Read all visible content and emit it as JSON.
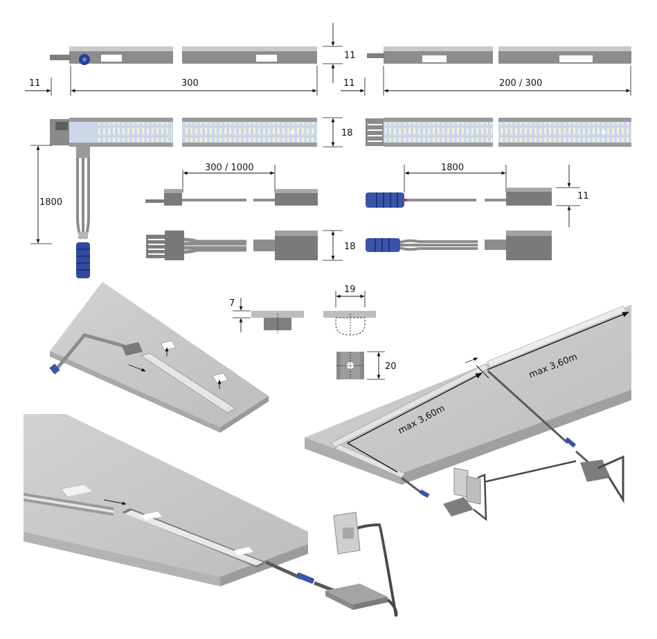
{
  "dimensions": {
    "top_height_left": "11",
    "end_offset_left": "11",
    "length_left": "300",
    "top_height_right": "11",
    "end_offset_right": "11",
    "length_right": "200 / 300",
    "strip_width": "18",
    "cable_length_left": "1800",
    "cable_segment_left": "300 / 1000",
    "cable_segment_right": "1800",
    "connector_height": "11",
    "connector_width": "18",
    "clip_height": "7",
    "clip_width": "19",
    "clip_length": "20"
  },
  "annotations": {
    "max_length_a": "max 3,60m",
    "max_length_b": "max 3,60m"
  },
  "colors": {
    "profile": "#8c8c8c",
    "profile_light": "#b4b4b4",
    "led_strip": "#cdd8ea",
    "led": "#f2eed8",
    "connector_blue": "#3a55a8",
    "panel": "#c7c7c7",
    "panel_edge": "#9c9c9c",
    "ink": "#111111"
  }
}
